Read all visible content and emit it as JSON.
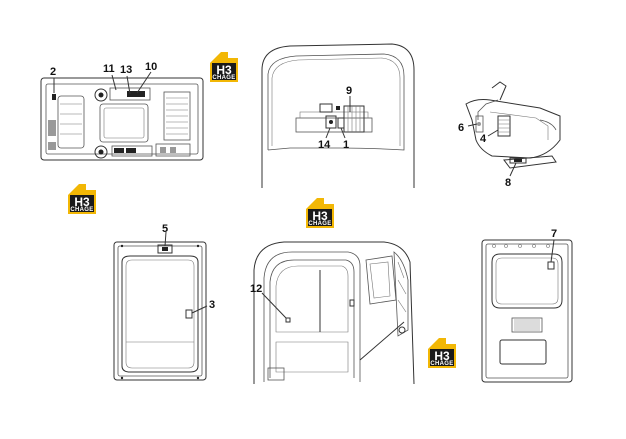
{
  "logo": {
    "top_text": "H3",
    "bottom_text": "CHAGE",
    "colors": {
      "yellow": "#f2b705",
      "black": "#1a1a1a"
    }
  },
  "callouts": [
    {
      "id": "c2",
      "label": "2"
    },
    {
      "id": "c11",
      "label": "11"
    },
    {
      "id": "c13",
      "label": "13"
    },
    {
      "id": "c10",
      "label": "10"
    },
    {
      "id": "c9",
      "label": "9"
    },
    {
      "id": "c14",
      "label": "14"
    },
    {
      "id": "c1",
      "label": "1"
    },
    {
      "id": "c6",
      "label": "6"
    },
    {
      "id": "c4",
      "label": "4"
    },
    {
      "id": "c8",
      "label": "8"
    },
    {
      "id": "c5",
      "label": "5"
    },
    {
      "id": "c3",
      "label": "3"
    },
    {
      "id": "c12",
      "label": "12"
    },
    {
      "id": "c7",
      "label": "7"
    }
  ]
}
